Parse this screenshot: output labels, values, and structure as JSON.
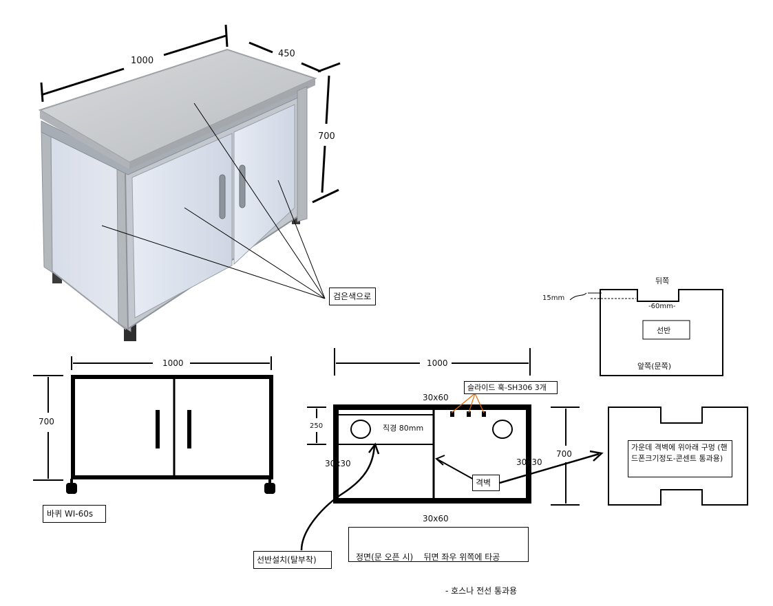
{
  "photo_dims": {
    "width": "1000",
    "depth": "450",
    "height": "700"
  },
  "photo_callout": "검은색으로",
  "front_view": {
    "width": "1000",
    "height": "700",
    "caster_label": "바퀴 WI-60s"
  },
  "internal_view": {
    "width": "1000",
    "top_beam": "30x60",
    "bottom_beam": "30x60",
    "left_post": "30x30",
    "right_post": "30x30",
    "shelf_gap": "250",
    "depth": "700",
    "hole_label": "직경 80mm",
    "slide_label": "슬라이드 훅-SH306 3개",
    "partition_label": "격벽",
    "shelf_install_label": "선반설치(탈부착)",
    "front_note_line1": "정면(문 오픈 시)    뒤면 좌우 위쪽에 타공",
    "front_note_line2": "- 호스나 전선 통과용"
  },
  "shelf_view": {
    "back_label": "뒤쪽",
    "front_label": "앞쪽(문쪽)",
    "notch_depth": "15mm",
    "notch_width": "-60mm-",
    "shelf_label": "선반"
  },
  "partition_note": "가운데 격벽에 위아래 구멍 (핸드폰크기정도-콘센트 통과용)",
  "colors": {
    "panel": "#dde3ee",
    "frame": "#a9aeb4",
    "top": "#c9cccf",
    "line": "#000000"
  }
}
